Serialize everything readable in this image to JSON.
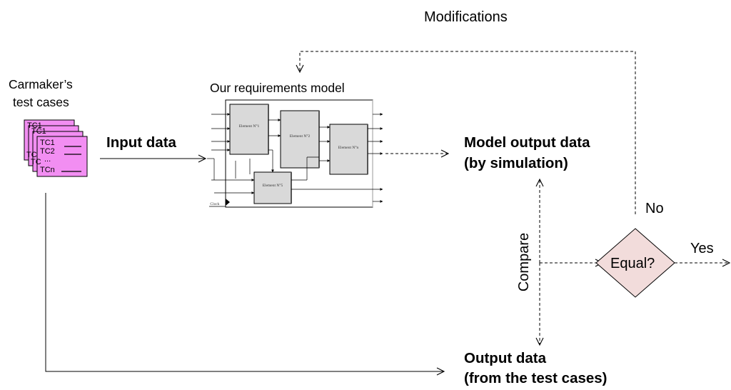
{
  "modifications": "Modifications",
  "carmaker_label": {
    "line1": "Carmaker’s",
    "line2": "test cases"
  },
  "test_cards": {
    "back_labels": [
      "TC1",
      "TC1",
      "TC",
      "TC"
    ],
    "front": [
      "TC1",
      "TC2",
      "...",
      "TCn"
    ]
  },
  "input_data": "Input data",
  "requirements_model": {
    "title": "Our requirements model",
    "blocks": [
      "Element N°1",
      "Element N°2",
      "Element N°n",
      "Element N°5"
    ],
    "clock_label": "Clock"
  },
  "model_output": {
    "line1": "Model output data",
    "line2": "(by simulation)"
  },
  "compare": "Compare",
  "decision": {
    "label": "Equal?",
    "no": "No",
    "yes": "Yes"
  },
  "output_data": {
    "line1": "Output data",
    "line2": "(from the test cases)"
  },
  "colors": {
    "card_fill": "#f28ef2",
    "diamond_fill": "#f2dcdb",
    "block_fill": "#d9d9d9"
  }
}
